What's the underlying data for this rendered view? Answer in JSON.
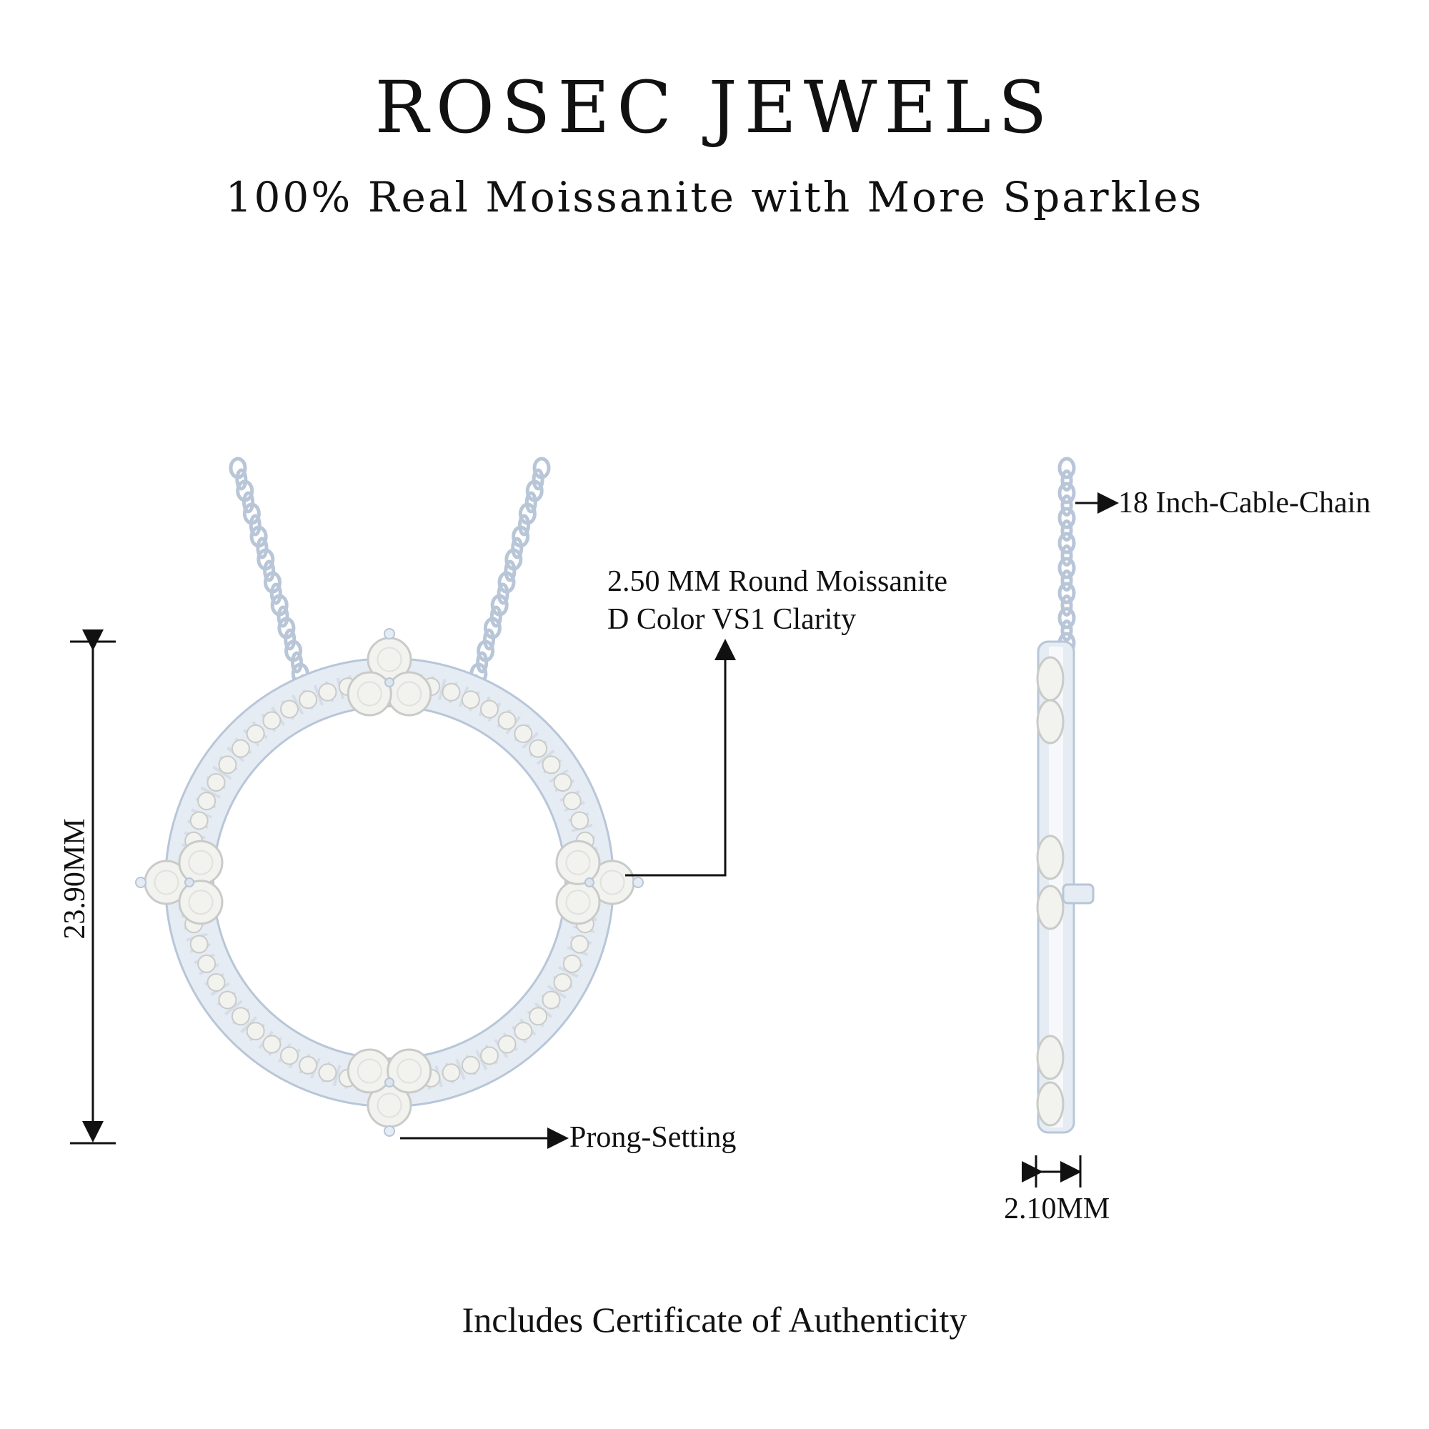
{
  "brand": {
    "name": "ROSEC JEWELS",
    "tagline": "100% Real Moissanite with More Sparkles"
  },
  "specs": {
    "stone_line1": "2.50 MM Round Moissanite",
    "stone_line2": "D Color VS1 Clarity",
    "chain": "18 Inch-Cable-Chain",
    "height": "23.90MM",
    "setting": "Prong-Setting",
    "thickness": "2.10MM"
  },
  "footer": {
    "certificate": "Includes Certificate of Authenticity"
  },
  "colors": {
    "metal": "#e6ecf4",
    "metal_edge": "#b8c6d8",
    "stone": "#f2f2ef",
    "stone_edge": "#c9cbc8",
    "ink": "#111111"
  }
}
